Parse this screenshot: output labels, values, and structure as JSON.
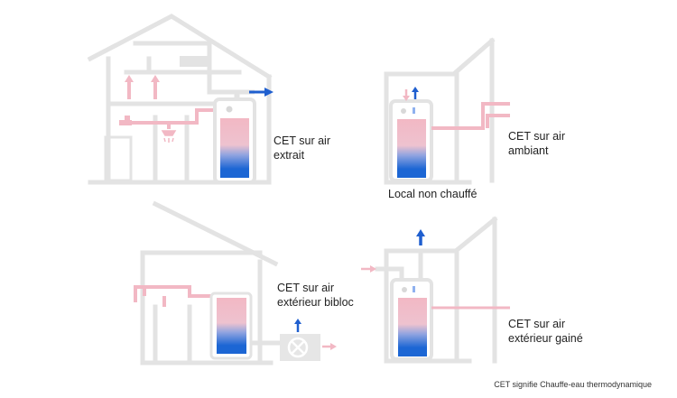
{
  "colors": {
    "structure": "#e3e3e3",
    "pipe_pink": "#f2b8c4",
    "arrow_blue": "#1f5fcf",
    "tank_top": "#f2b8c4",
    "tank_bottom": "#1c66d4"
  },
  "diagrams": [
    {
      "label_lines": [
        "CET sur air",
        "extrait"
      ]
    },
    {
      "label_lines": [
        "CET sur air",
        "ambiant"
      ],
      "caption": "Local non chauffé"
    },
    {
      "label_lines": [
        "CET sur air",
        "extérieur bibloc"
      ]
    },
    {
      "label_lines": [
        "CET sur air",
        "extérieur gainé"
      ]
    }
  ],
  "footnote": "CET signifie Chauffe-eau thermodynamique",
  "icons": [
    "fan-icon",
    "shower-icon",
    "faucet-icon"
  ]
}
